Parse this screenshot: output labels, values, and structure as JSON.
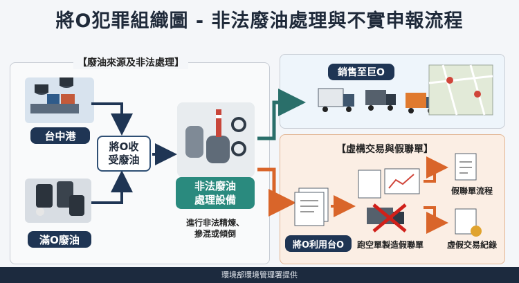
{
  "title": "將O犯罪組織圖 - 非法廢油處理與不實申報流程",
  "left_panel": {
    "label": "【廢油來源及非法處理】"
  },
  "nodes": {
    "taichung_port": "台中港",
    "man_o_waste_oil": "滿O廢油",
    "collect_oil": "將O收\n受廢油",
    "illegal_facility": "非法廢油\n處理設備",
    "refining_note": "進行非法精煉、\n摻混或傾倒",
    "sold_to": "銷售至巨O",
    "fake_panel_label": "【虛構交易與假聯單】",
    "reuse_company": "將O利用台O",
    "empty_manifest": "跑空單製造假聯單",
    "fake_manifest_flow": "假聯單流程",
    "fake_trade_record": "虛假交易紀錄"
  },
  "footer": "環境部環境管理署提供",
  "colors": {
    "navy": "#1f3554",
    "teal": "#2a8a7e",
    "orange": "#d9652a",
    "dark_arrow": "#1f3554"
  }
}
